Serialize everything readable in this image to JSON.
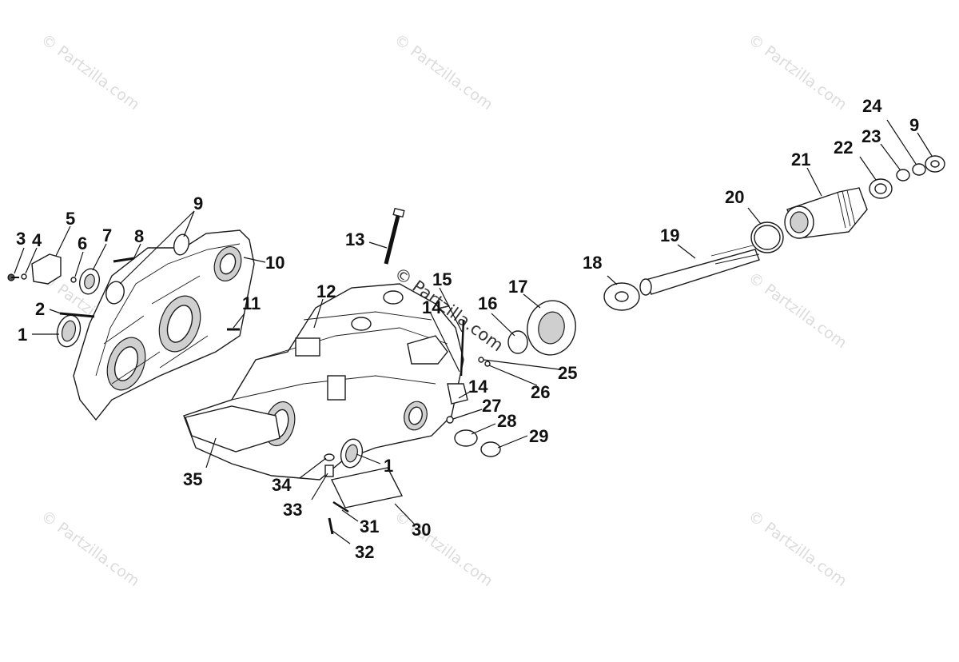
{
  "watermark_text": "© Partzilla.com",
  "callouts": [
    {
      "id": "1",
      "text": "1"
    },
    {
      "id": "1b",
      "text": "1"
    },
    {
      "id": "2",
      "text": "2"
    },
    {
      "id": "3",
      "text": "3"
    },
    {
      "id": "4",
      "text": "4"
    },
    {
      "id": "5",
      "text": "5"
    },
    {
      "id": "6",
      "text": "6"
    },
    {
      "id": "7",
      "text": "7"
    },
    {
      "id": "8",
      "text": "8"
    },
    {
      "id": "9",
      "text": "9"
    },
    {
      "id": "9b",
      "text": "9"
    },
    {
      "id": "10",
      "text": "10"
    },
    {
      "id": "11",
      "text": "11"
    },
    {
      "id": "12",
      "text": "12"
    },
    {
      "id": "13",
      "text": "13"
    },
    {
      "id": "14",
      "text": "14"
    },
    {
      "id": "14b",
      "text": "14"
    },
    {
      "id": "15",
      "text": "15"
    },
    {
      "id": "16",
      "text": "16"
    },
    {
      "id": "17",
      "text": "17"
    },
    {
      "id": "18",
      "text": "18"
    },
    {
      "id": "19",
      "text": "19"
    },
    {
      "id": "20",
      "text": "20"
    },
    {
      "id": "21",
      "text": "21"
    },
    {
      "id": "22",
      "text": "22"
    },
    {
      "id": "23",
      "text": "23"
    },
    {
      "id": "24",
      "text": "24"
    },
    {
      "id": "25",
      "text": "25"
    },
    {
      "id": "26",
      "text": "26"
    },
    {
      "id": "27",
      "text": "27"
    },
    {
      "id": "28",
      "text": "28"
    },
    {
      "id": "29",
      "text": "29"
    },
    {
      "id": "30",
      "text": "30"
    },
    {
      "id": "31",
      "text": "31"
    },
    {
      "id": "32",
      "text": "32"
    },
    {
      "id": "33",
      "text": "33"
    },
    {
      "id": "34",
      "text": "34"
    },
    {
      "id": "35",
      "text": "35"
    }
  ]
}
